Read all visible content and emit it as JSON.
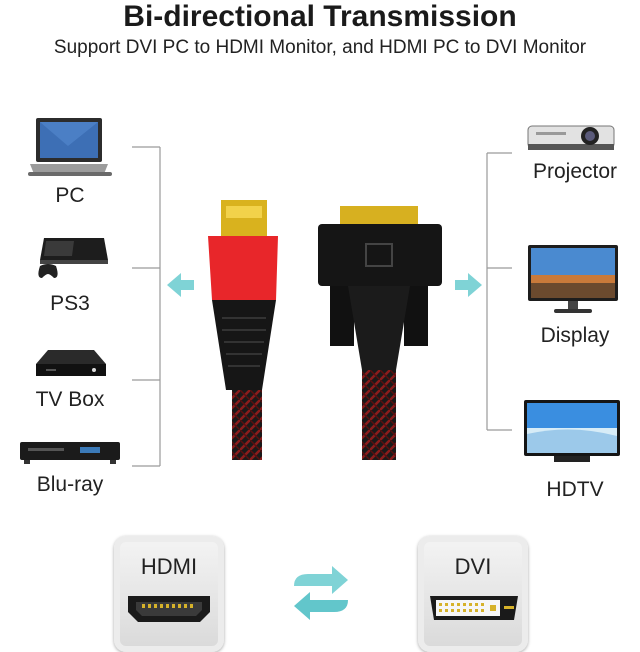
{
  "title": "Bi-directional Transmission",
  "subtitle": "Support DVI PC to HDMI Monitor, and HDMI PC to DVI Monitor",
  "left_devices": [
    {
      "label": "PC",
      "icon": "laptop-icon"
    },
    {
      "label": "PS3",
      "icon": "game-console-icon"
    },
    {
      "label": "TV Box",
      "icon": "tv-box-icon"
    },
    {
      "label": "Blu-ray",
      "icon": "blu-ray-player-icon"
    }
  ],
  "right_devices": [
    {
      "label": "Projector",
      "icon": "projector-icon"
    },
    {
      "label": "Display",
      "icon": "monitor-icon"
    },
    {
      "label": "HDTV",
      "icon": "hdtv-icon"
    }
  ],
  "ports": {
    "hdmi": "HDMI",
    "dvi": "DVI"
  },
  "colors": {
    "arrow": "#7fd3d6",
    "cable_red": "#e8262a",
    "plug_gold": "#d7b020"
  }
}
